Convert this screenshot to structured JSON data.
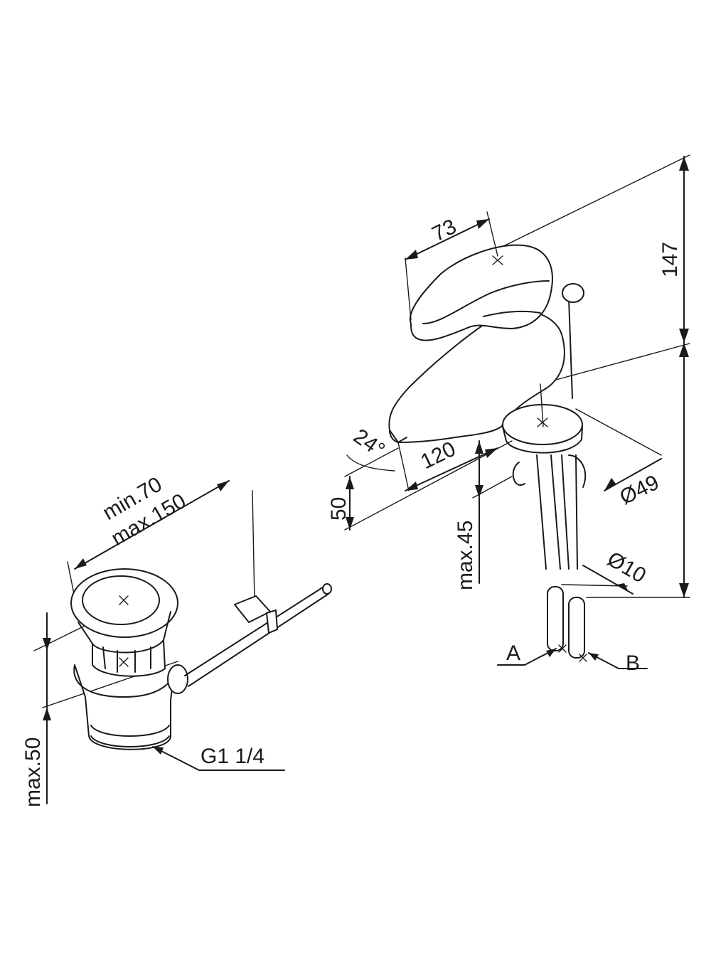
{
  "colors": {
    "ink": "#1a1a1a",
    "paper": "#ffffff"
  },
  "dimensions": {
    "handle_width": "73",
    "total_height": "147",
    "spout_angle": "24°",
    "spout_reach": "120",
    "spout_height": "50",
    "base_diameter": "Ø49",
    "counter_thickness": "max.45",
    "hose_diameter": "Ø10",
    "waste_min": "min.70",
    "waste_max": "max.150",
    "waste_height": "max.50",
    "thread": "G1 1/4"
  },
  "connections": {
    "left": "A",
    "right": "B"
  }
}
